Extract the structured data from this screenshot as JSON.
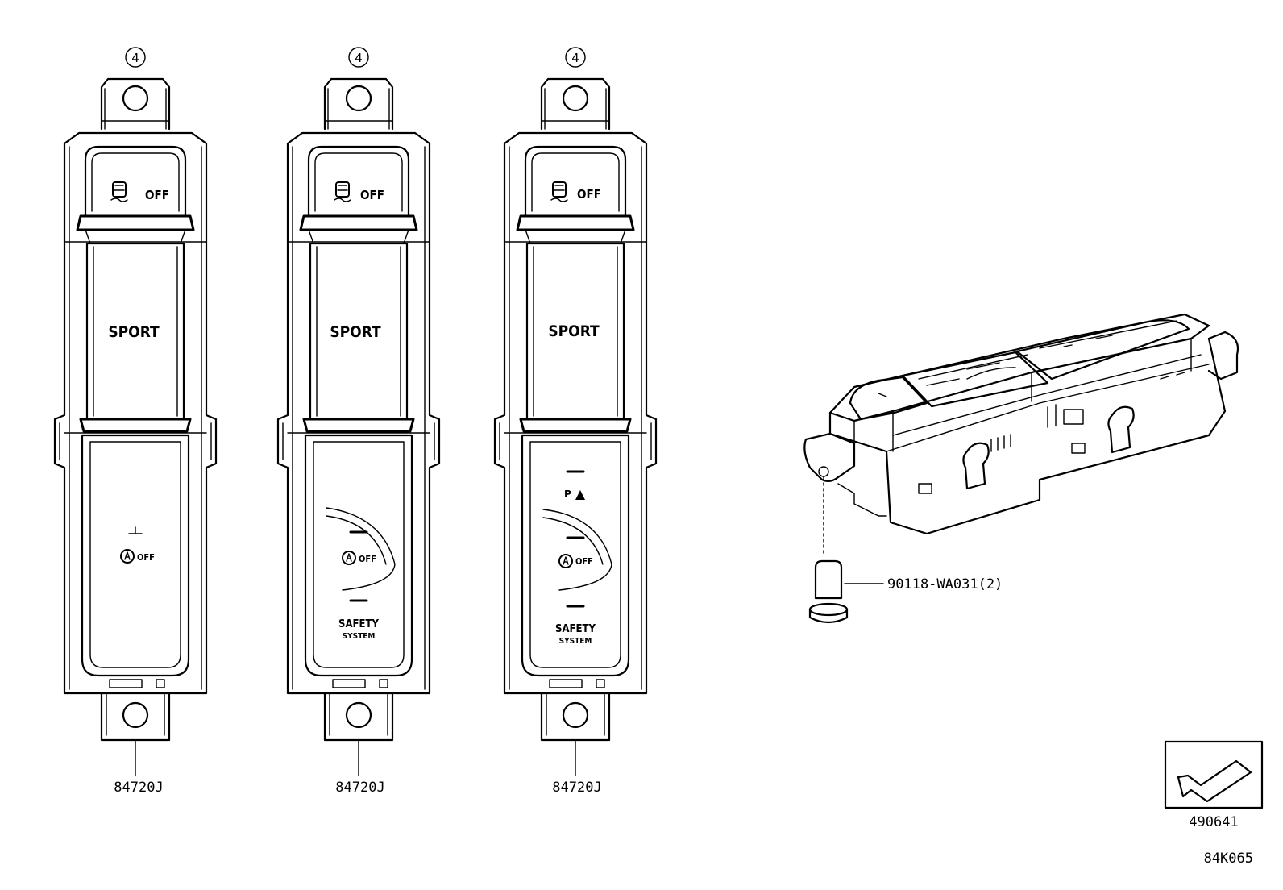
{
  "switches": [
    {
      "callout": "4",
      "part_number": "84720J",
      "top_button": "OFF",
      "middle_button": "SPORT",
      "bottom_button": {
        "label": "OFF",
        "caption": ""
      }
    },
    {
      "callout": "4",
      "part_number": "84720J",
      "top_button": "OFF",
      "middle_button": "SPORT",
      "bottom_button": {
        "label": "OFF",
        "caption_line1": "SAFETY",
        "caption_line2": "SYSTEM"
      }
    },
    {
      "callout": "4",
      "part_number": "84720J",
      "top_button": "OFF",
      "middle_button": "SPORT",
      "bottom_button": {
        "label": "OFF",
        "caption_line1": "SAFETY",
        "caption_line2": "SYSTEM"
      }
    }
  ],
  "screw": {
    "part_number": "90118-WA031(2)"
  },
  "orientation_box": {
    "code": "490641"
  },
  "diagram_code": "84K065"
}
